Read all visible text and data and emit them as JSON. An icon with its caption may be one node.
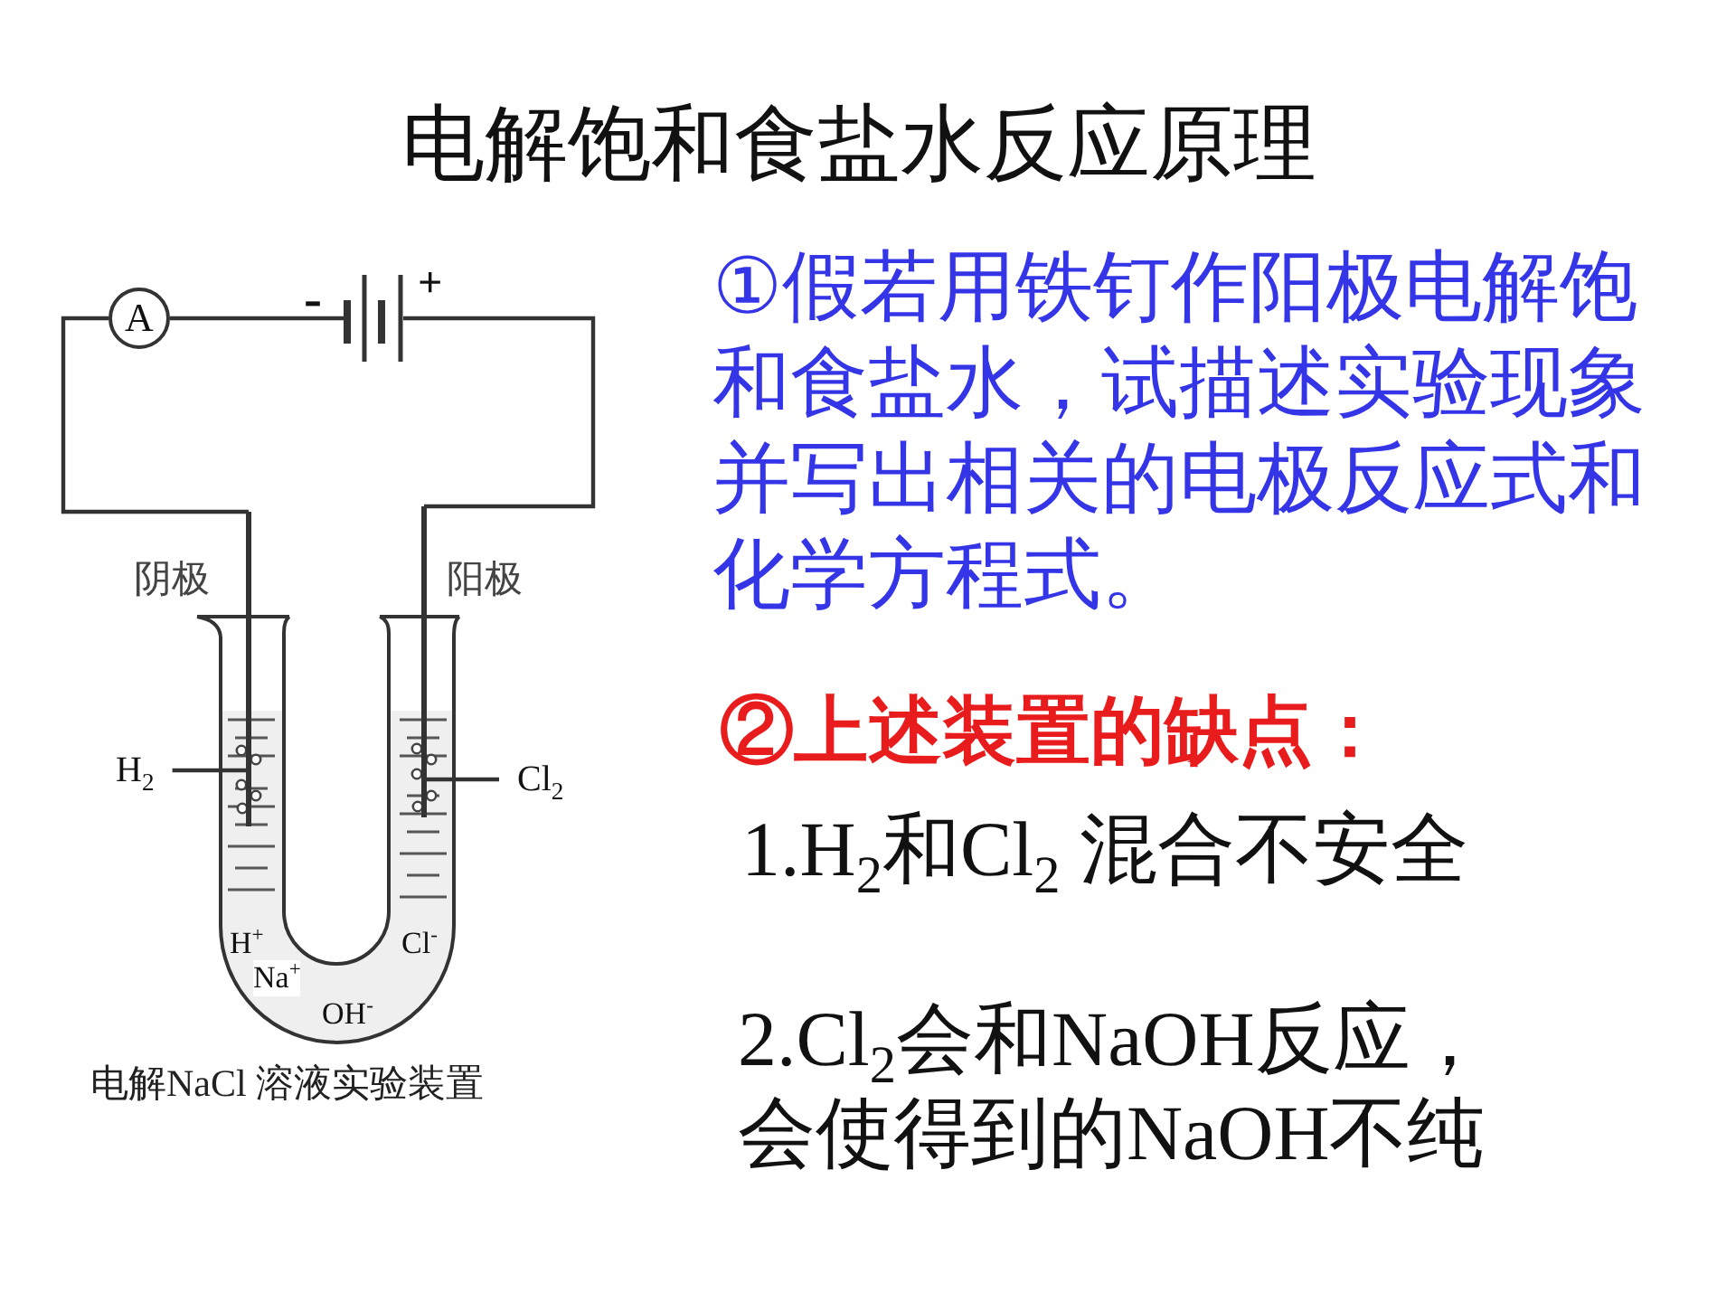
{
  "diagram": {
    "title": "电解饱和食盐水反应原理",
    "caption": "电解NaCl 溶液实验装置",
    "nodes": [
      {
        "text": [
          "A"
        ]
      },
      {
        "text": [],
        "shape": "battery",
        "beside": [
          "-",
          "+"
        ]
      },
      {
        "text": [],
        "shape": "bar",
        "beside": [
          "阴极"
        ]
      },
      {
        "text": [],
        "shape": "bar",
        "beside": [
          "阳极"
        ]
      },
      {
        "text": [
          "H$_{2}$"
        ]
      },
      {
        "text": [
          "Cl$_{2}$"
        ]
      }
    ],
    "edges": [
      {
        "from": 2,
        "to": 0,
        "arrow": "none"
      },
      {
        "from": 0,
        "to": 1,
        "arrow": "none"
      },
      {
        "from": 1,
        "to": 3,
        "arrow": "none"
      },
      {
        "from": 4,
        "to": 2,
        "arrow": "none"
      },
      {
        "from": 5,
        "to": 3,
        "arrow": "none"
      }
    ],
    "labels": [
      "H$^{+}$",
      "Cl$^{-}$",
      "Na$^{+}$",
      "OH$^{-}$",
      "①假若用铁钉作阳极电解饱和食盐水，试描述实验现象并写出相关的电极反应式和化学方程式。",
      "②上述装置的缺点：",
      "1.H$_{2}$和Cl$_{2}$ 混合不安全",
      "2.Cl$_{2}$会和NaOH反应，会使得到的NaOH不纯"
    ]
  }
}
